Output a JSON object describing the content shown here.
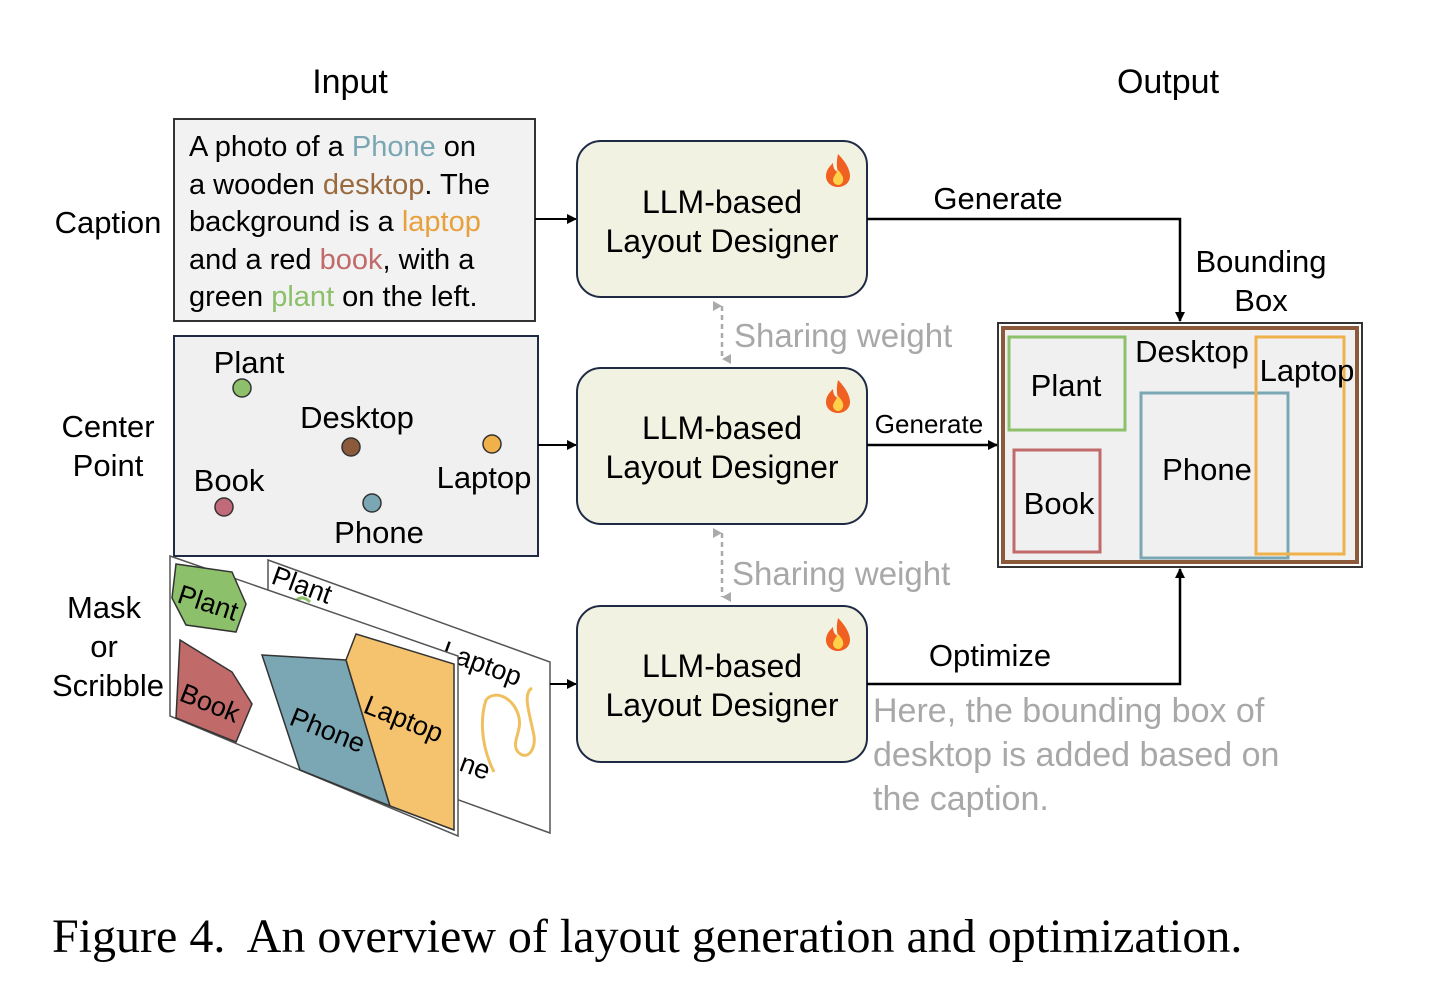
{
  "headers": {
    "input": "Input",
    "output": "Output"
  },
  "row_labels": {
    "caption": "Caption",
    "center_point": [
      "Center",
      "Point"
    ],
    "mask": [
      "Mask",
      "or",
      "Scribble"
    ]
  },
  "caption_box": {
    "lines": [
      [
        {
          "t": "A photo of a ",
          "c": "#000000"
        },
        {
          "t": "Phone",
          "c": "#7aa7b3"
        },
        {
          "t": " on",
          "c": "#000000"
        }
      ],
      [
        {
          "t": "a wooden ",
          "c": "#000000"
        },
        {
          "t": "desktop",
          "c": "#9a6a3f"
        },
        {
          "t": ". The",
          "c": "#000000"
        }
      ],
      [
        {
          "t": "background is a ",
          "c": "#000000"
        },
        {
          "t": "laptop",
          "c": "#e8a03c"
        }
      ],
      [
        {
          "t": "and a red ",
          "c": "#000000"
        },
        {
          "t": "book",
          "c": "#c06a6a"
        },
        {
          "t": ", with a",
          "c": "#000000"
        }
      ],
      [
        {
          "t": "green ",
          "c": "#000000"
        },
        {
          "t": "plant",
          "c": "#8cc06a"
        },
        {
          "t": " on the left.",
          "c": "#000000"
        }
      ]
    ]
  },
  "center_points": {
    "labels": [
      "Plant",
      "Desktop",
      "Book",
      "Laptop",
      "Phone"
    ],
    "colors": {
      "plant": "#8cc06a",
      "desktop": "#8a5a3a",
      "book": "#c06a7a",
      "laptop": "#f0b04a",
      "phone": "#7aa7b3"
    }
  },
  "mask_front": {
    "labels": [
      "Plant",
      "Book",
      "Phone",
      "Laptop"
    ]
  },
  "mask_back": {
    "labels": [
      "Plant",
      "Laptop",
      "ne"
    ]
  },
  "designer": {
    "line1": "LLM-based",
    "line2": "Layout Designer",
    "icon": "fire-icon",
    "fill": "#f1f2e2",
    "stroke": "#1f2a44"
  },
  "arrows": {
    "generate_top": "Generate",
    "generate_mid": "Generate",
    "optimize": "Optimize",
    "sharing_1": "Sharing weight",
    "sharing_2": "Sharing weight"
  },
  "bounding_box_label": [
    "Bounding",
    "Box"
  ],
  "output_box": {
    "labels": {
      "plant": "Plant",
      "desktop": "Desktop",
      "laptop": "Laptop",
      "phone": "Phone",
      "book": "Book"
    },
    "colors": {
      "plant": "#8cc06a",
      "desktop": "#8a5a3a",
      "laptop": "#f0b04a",
      "phone": "#7aa7b3",
      "book": "#c06a6a"
    }
  },
  "note": [
    "Here, the bounding box of",
    "desktop is added based on",
    "the caption."
  ],
  "figure_caption": "Figure 4.  An overview of layout generation and optimization."
}
